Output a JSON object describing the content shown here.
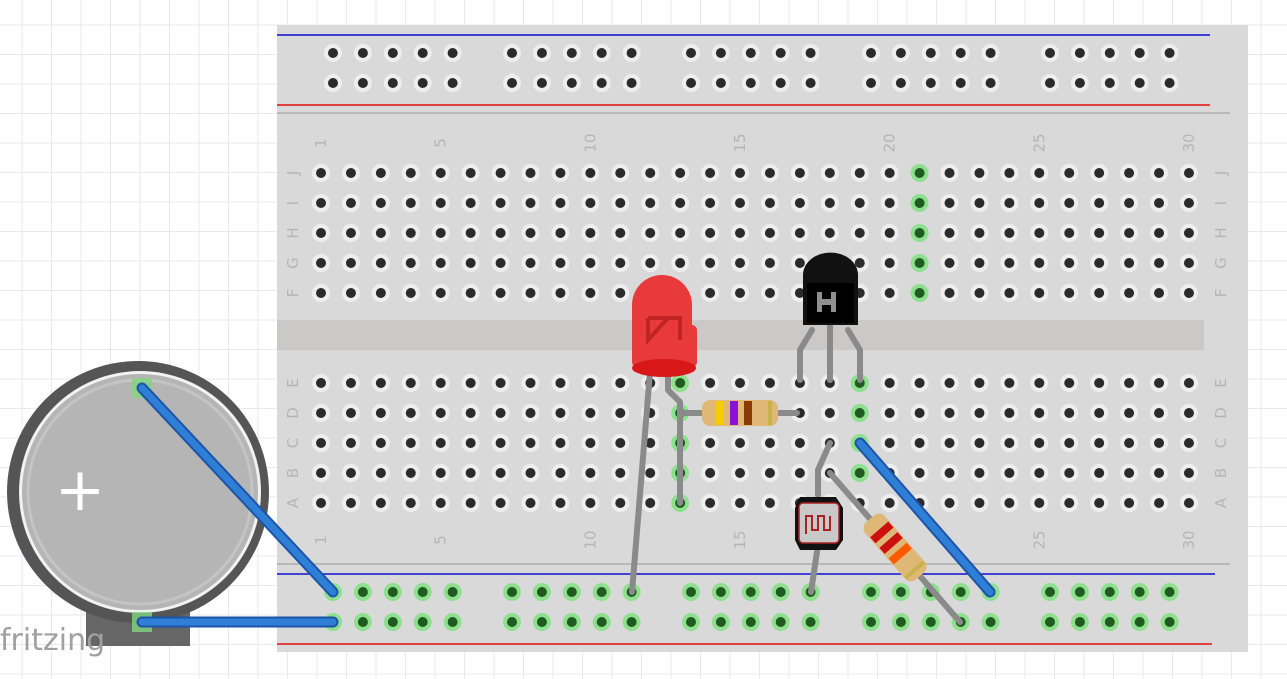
{
  "logo": "fritzing",
  "breadboard": {
    "column_labels": [
      "1",
      "5",
      "10",
      "15",
      "20",
      "25",
      "30"
    ],
    "row_labels_top": [
      "J",
      "I",
      "H",
      "G",
      "F"
    ],
    "row_labels_bottom": [
      "E",
      "D",
      "C",
      "B",
      "A"
    ]
  },
  "battery": {
    "symbol": "+"
  },
  "resistor_1": {
    "bands": [
      "#f5cc00",
      "#8a12d6",
      "#8b3a06",
      "#c9b24a"
    ]
  },
  "resistor_2": {
    "bands": [
      "#cc1010",
      "#cc1010",
      "#ff5a00",
      "#c9b24a"
    ]
  },
  "colors": {
    "wire": "#2f7fd6",
    "led": "#e83a3a",
    "connected_hole": "#8ee08e",
    "rail_plus": "#e01010",
    "rail_minus": "#1010d0"
  }
}
